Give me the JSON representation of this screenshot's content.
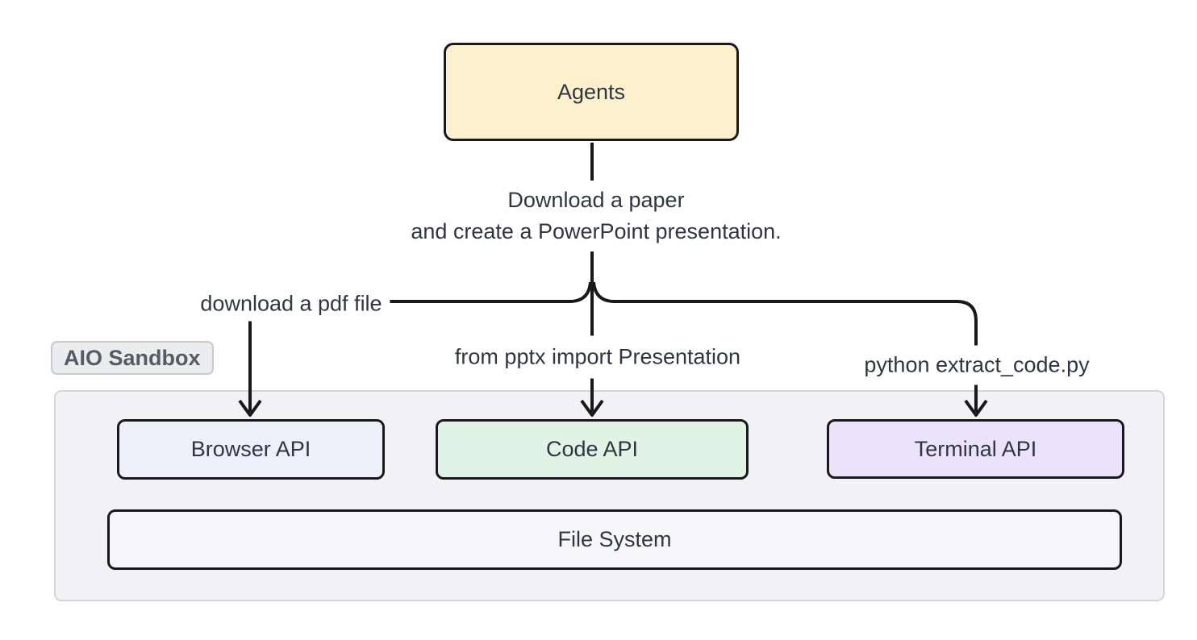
{
  "nodes": {
    "agents": {
      "label": "Agents",
      "fill": "#FCF0CD"
    },
    "browser_api": {
      "label": "Browser API",
      "fill": "#EBF0FB"
    },
    "code_api": {
      "label": "Code API",
      "fill": "#E1F3E4"
    },
    "terminal_api": {
      "label": "Terminal API",
      "fill": "#EAE3FA"
    },
    "file_system": {
      "label": "File System",
      "fill": "#F6F6F8"
    }
  },
  "sandbox": {
    "label": "AIO Sandbox",
    "fill": "#F2F2F5",
    "border": "#D4D5DB"
  },
  "edges": {
    "task": {
      "line1": "Download a paper",
      "line2": "and create a PowerPoint presentation."
    },
    "to_browser": {
      "label": "download a pdf file"
    },
    "to_code": {
      "label": "from pptx import Presentation"
    },
    "to_terminal": {
      "label": "python extract_code.py"
    }
  },
  "colors": {
    "edge_stroke": "#17191D",
    "node_border": "#17191D",
    "node_text": "#2F3642",
    "label_text": "#2F3642",
    "badge_text": "#565C66",
    "background": "#FFFFFF"
  }
}
